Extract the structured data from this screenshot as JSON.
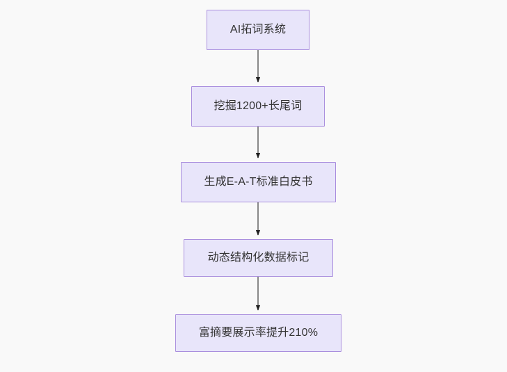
{
  "diagram": {
    "type": "flowchart",
    "direction": "top-to-bottom",
    "title": "",
    "background_color": "#f9f9f9",
    "node_fill_color": "#e8e5fa",
    "node_border_color": "#a98ede",
    "node_text_color": "#333333",
    "edge_line_color": "#888888",
    "edge_arrow_color": "#1f1f1f",
    "nodes": [
      {
        "id": "n1",
        "label": "AI拓词系统"
      },
      {
        "id": "n2",
        "label": "挖掘1200+长尾词"
      },
      {
        "id": "n3",
        "label": "生成E-A-T标准白皮书"
      },
      {
        "id": "n4",
        "label": "动态结构化数据标记"
      },
      {
        "id": "n5",
        "label": "富摘要展示率提升210%"
      }
    ],
    "edges": [
      {
        "from": "n1",
        "to": "n2",
        "label": ""
      },
      {
        "from": "n2",
        "to": "n3",
        "label": ""
      },
      {
        "from": "n3",
        "to": "n4",
        "label": ""
      },
      {
        "from": "n4",
        "to": "n5",
        "label": ""
      }
    ]
  }
}
